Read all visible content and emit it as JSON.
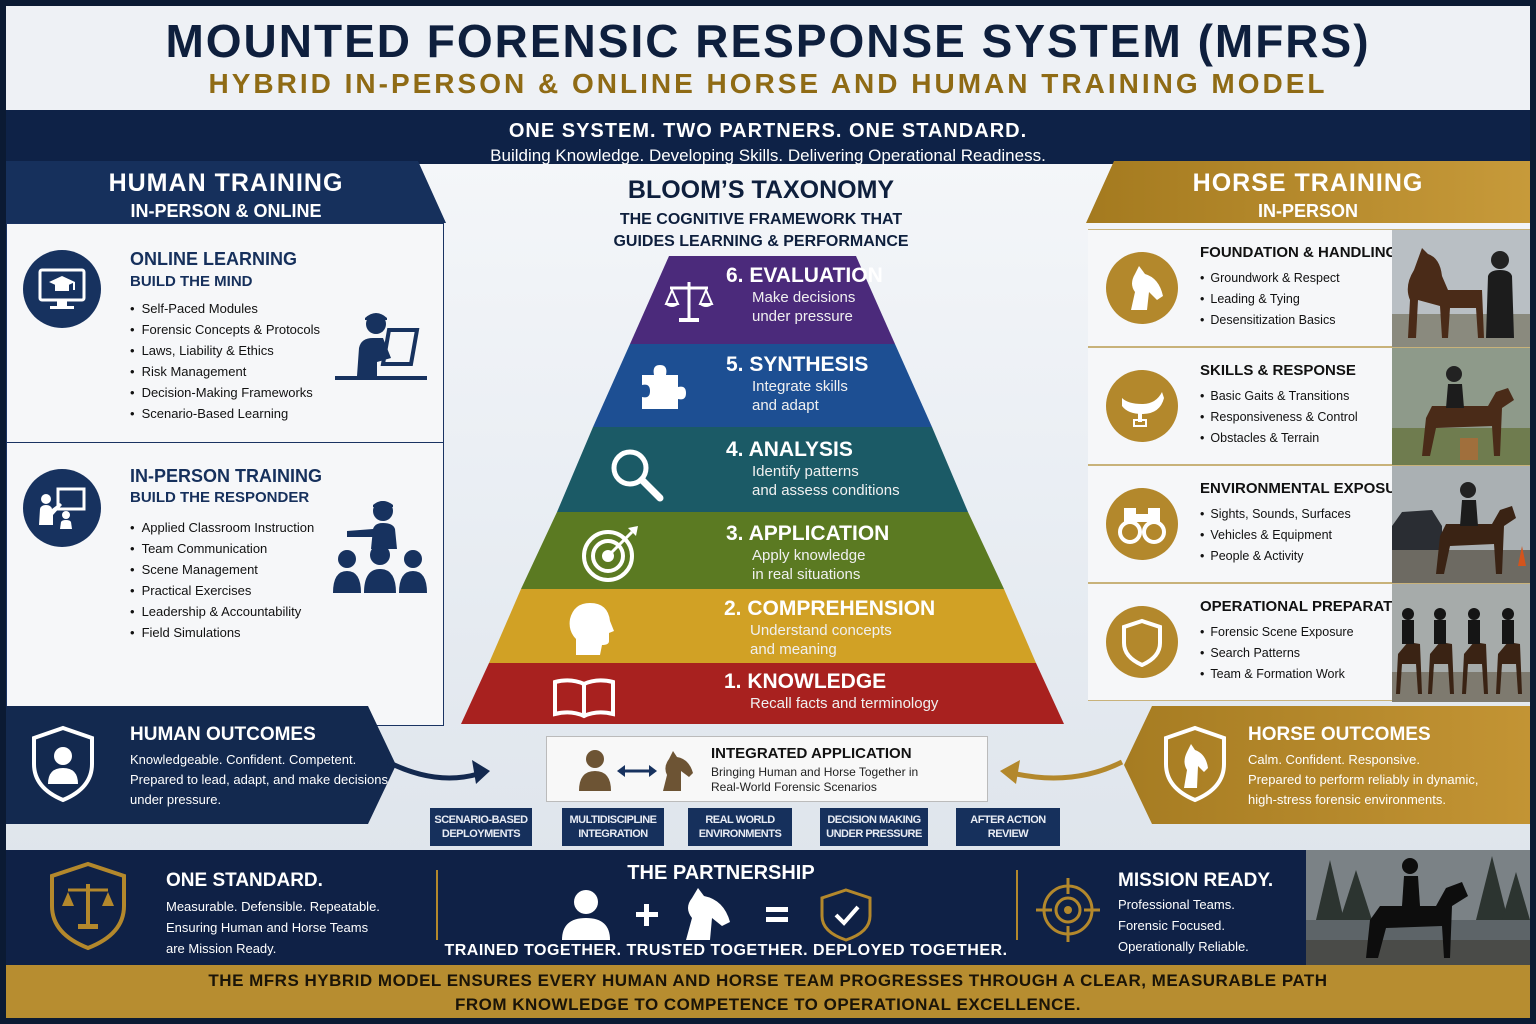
{
  "header": {
    "title": "MOUNTED FORENSIC RESPONSE SYSTEM (MFRS)",
    "subtitle": "HYBRID IN-PERSON & ONLINE HORSE AND HUMAN TRAINING MODEL",
    "tagline": "ONE SYSTEM. TWO PARTNERS. ONE STANDARD.",
    "tagline_sub": "Building Knowledge. Developing Skills. Delivering Operational Readiness."
  },
  "human": {
    "title": "HUMAN TRAINING",
    "subtitle": "IN-PERSON & ONLINE",
    "online": {
      "title": "ONLINE LEARNING",
      "subtitle": "BUILD THE MIND",
      "items": [
        "Self-Paced Modules",
        "Forensic Concepts & Protocols",
        "Laws, Liability & Ethics",
        "Risk Management",
        "Decision-Making Frameworks",
        "Scenario-Based Learning"
      ]
    },
    "inperson": {
      "title": "IN-PERSON TRAINING",
      "subtitle": "BUILD THE RESPONDER",
      "items": [
        "Applied Classroom Instruction",
        "Team Communication",
        "Scene Management",
        "Practical Exercises",
        "Leadership & Accountability",
        "Field Simulations"
      ]
    },
    "outcomes": {
      "title": "HUMAN OUTCOMES",
      "lines": [
        "Knowledgeable. Confident. Competent.",
        "Prepared to lead, adapt, and make decisions",
        "under pressure."
      ]
    }
  },
  "bloom": {
    "title": "BLOOM’S TAXONOMY",
    "subtitle_1": "THE COGNITIVE FRAMEWORK THAT",
    "subtitle_2": "GUIDES LEARNING & PERFORMANCE",
    "levels": [
      {
        "title": "6. EVALUATION",
        "d1": "Make decisions",
        "d2": "under pressure",
        "color": "#4b2a7b",
        "icon": "scales-icon"
      },
      {
        "title": "5. SYNTHESIS",
        "d1": "Integrate skills",
        "d2": "and adapt",
        "color": "#1d4f93",
        "icon": "puzzle-icon"
      },
      {
        "title": "4. ANALYSIS",
        "d1": "Identify patterns",
        "d2": "and assess conditions",
        "color": "#1b5a66",
        "icon": "magnifier-icon"
      },
      {
        "title": "3. APPLICATION",
        "d1": "Apply knowledge",
        "d2": "in real situations",
        "color": "#5b7a22",
        "icon": "target-icon"
      },
      {
        "title": "2. COMPREHENSION",
        "d1": "Understand concepts",
        "d2": "and meaning",
        "color": "#d1a125",
        "icon": "head-icon"
      },
      {
        "title": "1. KNOWLEDGE",
        "d1": "Recall facts and terminology",
        "d2": "",
        "color": "#a8211f",
        "icon": "book-icon"
      }
    ]
  },
  "integrated": {
    "title": "INTEGRATED APPLICATION",
    "line1": "Bringing Human and Horse Together in",
    "line2": "Real-World Forensic Scenarios"
  },
  "pills": [
    {
      "l1": "SCENARIO-BASED",
      "l2": "DEPLOYMENTS"
    },
    {
      "l1": "MULTIDISCIPLINE",
      "l2": "INTEGRATION"
    },
    {
      "l1": "REAL WORLD",
      "l2": "ENVIRONMENTS"
    },
    {
      "l1": "DECISION MAKING",
      "l2": "UNDER PRESSURE"
    },
    {
      "l1": "AFTER ACTION",
      "l2": "REVIEW"
    }
  ],
  "horse": {
    "title": "HORSE TRAINING",
    "subtitle": "IN-PERSON",
    "sections": [
      {
        "title": "FOUNDATION & HANDLING",
        "items": [
          "Groundwork & Respect",
          "Leading & Tying",
          "Desensitization Basics"
        ]
      },
      {
        "title": "SKILLS & RESPONSE",
        "items": [
          "Basic Gaits & Transitions",
          "Responsiveness & Control",
          "Obstacles & Terrain"
        ]
      },
      {
        "title": "ENVIRONMENTAL EXPOSURE",
        "items": [
          "Sights, Sounds, Surfaces",
          "Vehicles & Equipment",
          "People & Activity"
        ]
      },
      {
        "title": "OPERATIONAL PREPARATION",
        "items": [
          "Forensic Scene Exposure",
          "Search Patterns",
          "Team & Formation Work"
        ]
      }
    ],
    "outcomes": {
      "title": "HORSE OUTCOMES",
      "lines": [
        "Calm. Confident. Responsive.",
        "Prepared to perform reliably in dynamic,",
        "high-stress forensic environments."
      ]
    }
  },
  "footer": {
    "standard_title": "ONE STANDARD.",
    "standard_lines": [
      "Measurable. Defensible. Repeatable.",
      "Ensuring Human and Horse Teams",
      "are Mission Ready."
    ],
    "partnership_title": "THE PARTNERSHIP",
    "partnership_tagline": "TRAINED TOGETHER. TRUSTED TOGETHER. DEPLOYED TOGETHER.",
    "mission_title": "MISSION READY.",
    "mission_lines": [
      "Professional Teams.",
      "Forensic Focused.",
      "Operationally Reliable."
    ]
  },
  "bottom": {
    "line1": "THE MFRS HYBRID MODEL ENSURES EVERY HUMAN AND HORSE TEAM PROGRESSES THROUGH A CLEAR, MEASURABLE PATH",
    "line2": "FROM KNOWLEDGE TO COMPETENCE TO OPERATIONAL EXCELLENCE."
  },
  "colors": {
    "navy": "#0e2247",
    "gold": "#b3882c"
  }
}
